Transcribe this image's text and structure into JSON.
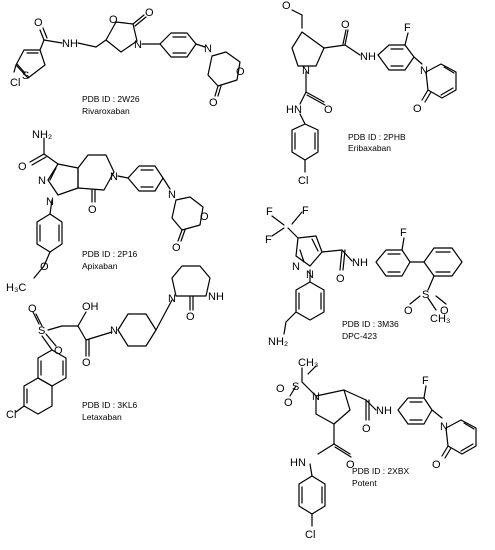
{
  "compounds": [
    {
      "pdb": "PDB ID : 2W26",
      "name": "Rivaroxaban"
    },
    {
      "pdb": "PDB ID : 2PHB",
      "name": "Eribaxaban"
    },
    {
      "pdb": "PDB ID : 2P16",
      "name": "Apixaban"
    },
    {
      "pdb": "PDB ID : 3M36",
      "name": "DPC-423"
    },
    {
      "pdb": "PDB ID : 3KL6",
      "name": "Letaxaban"
    },
    {
      "pdb": "PDB ID : 2XBX",
      "name": "Potent"
    }
  ],
  "atoms": {
    "o": "O",
    "n": "N",
    "nh": "NH",
    "hn": "HN",
    "s": "S",
    "cl": "Cl",
    "f": "F",
    "nh2": "NH₂",
    "oh": "OH",
    "h3co": "H₃C",
    "ch3": "CH₃"
  }
}
